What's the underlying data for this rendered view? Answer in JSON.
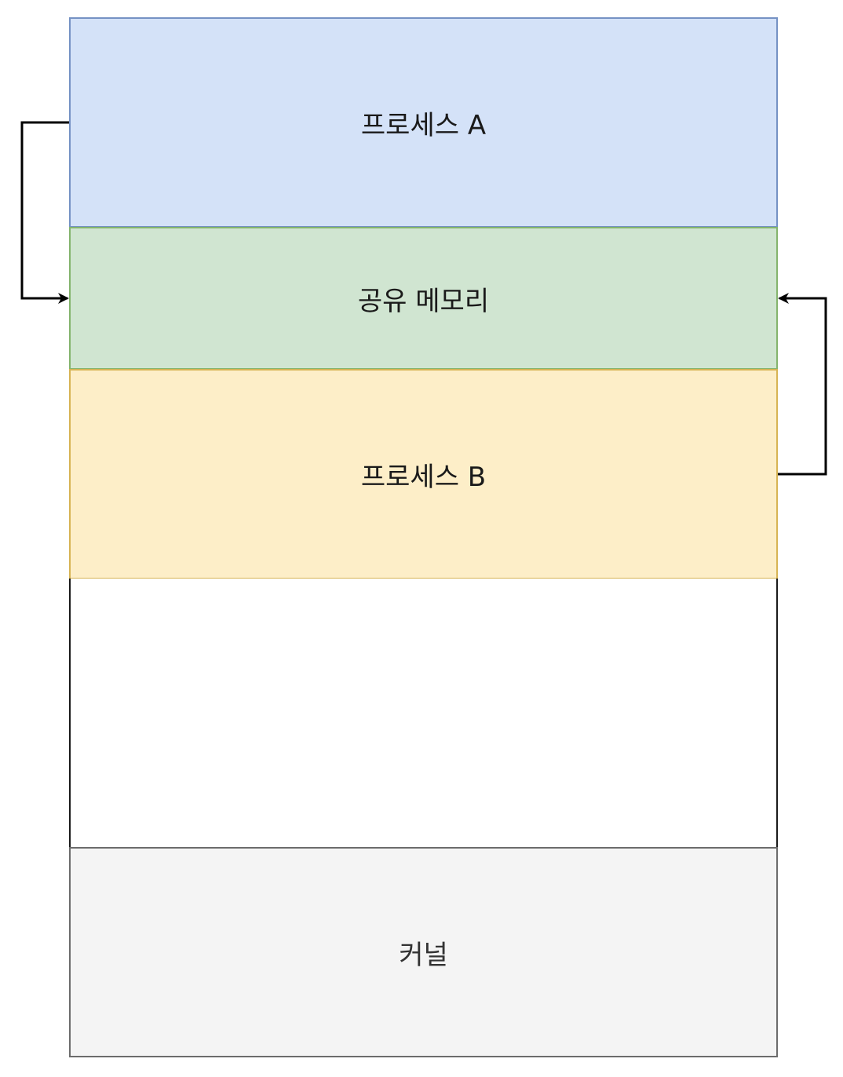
{
  "blocks": {
    "process_a": "프로세스 A",
    "shared_memory": "공유 메모리",
    "process_b": "프로세스 B",
    "kernel": "커널"
  },
  "colors": {
    "process_a_fill": "#d4e2f8",
    "process_a_stroke": "#7592c4",
    "shared_memory_fill": "#d0e5d1",
    "shared_memory_stroke": "#84b46d",
    "process_b_fill": "#fdeec8",
    "process_b_stroke": "#d7b454",
    "kernel_fill": "#f4f4f4",
    "kernel_stroke": "#6c6c6c",
    "arrow": "#000000"
  }
}
